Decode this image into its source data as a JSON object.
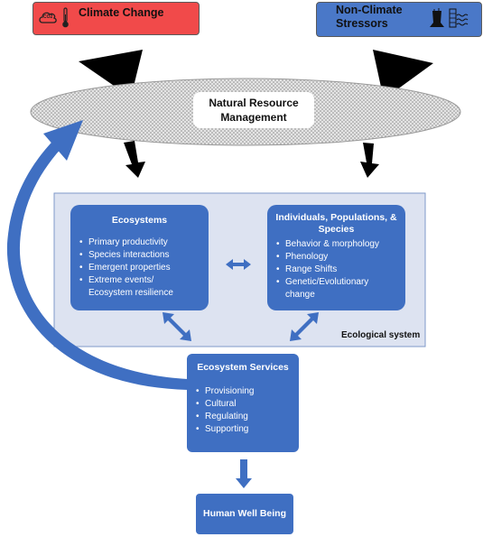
{
  "drivers": {
    "climate": {
      "label": "Climate Change",
      "co2_icon_text": "CO2",
      "color": "#f14a4a"
    },
    "non_climate": {
      "label_line1": "Non-Climate",
      "label_line2": "Stressors",
      "color": "#4a78c8"
    }
  },
  "management": {
    "line1": "Natural Resource",
    "line2": "Management"
  },
  "ecological_system": {
    "label": "Ecological system",
    "background": "#dde3f1",
    "ecosystems": {
      "title": "Ecosystems",
      "items": [
        "Primary productivity",
        "Species interactions",
        "Emergent properties",
        "Extreme events/",
        "Ecosystem resilience"
      ]
    },
    "individuals": {
      "title_line1": "Individuals, Populations, &",
      "title_line2": "Species",
      "items": [
        "Behavior & morphology",
        "Phenology",
        "Range Shifts",
        "Genetic/Evolutionary",
        "change"
      ]
    }
  },
  "ecosystem_services": {
    "title": "Ecosystem Services",
    "items": [
      "Provisioning",
      "Cultural",
      "Regulating",
      "Supporting"
    ]
  },
  "human_well_being": {
    "label": "Human Well Being"
  },
  "colors": {
    "panel_blue": "#3f6fc2",
    "arrow_blue": "#3f6fc2",
    "arrow_black": "#000000"
  }
}
